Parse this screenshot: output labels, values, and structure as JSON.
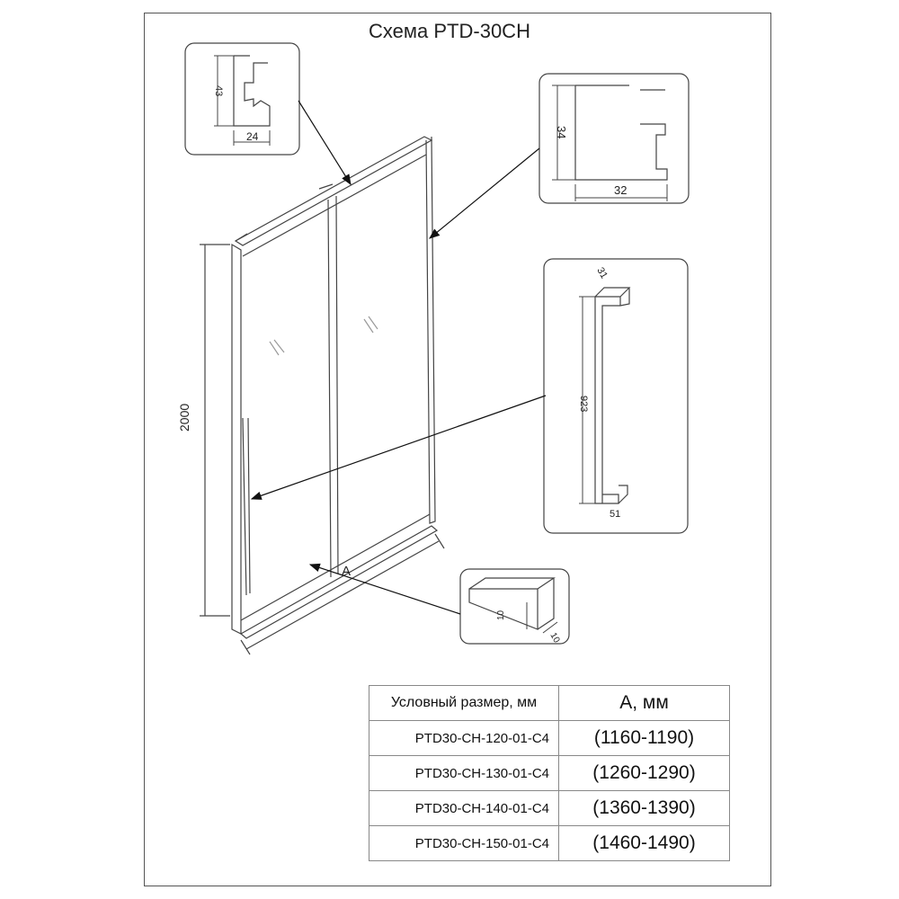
{
  "title": "Схема PTD-30CH",
  "callouts": {
    "top_profile": {
      "height": "43",
      "width": "24"
    },
    "side_profile": {
      "height": "34",
      "width": "32"
    },
    "handle": {
      "depth": "31",
      "length": "923",
      "offset": "51"
    },
    "stopper": {
      "height": "10",
      "depth": "10"
    }
  },
  "door": {
    "height_label": "2000",
    "width_label": "A"
  },
  "table": {
    "headers": [
      "Условный размер, мм",
      "A, мм"
    ],
    "rows": [
      [
        "PTD30-CH-120-01-C4",
        "(1160-1190)"
      ],
      [
        "PTD30-CH-130-01-C4",
        "(1260-1290)"
      ],
      [
        "PTD30-CH-140-01-C4",
        "(1360-1390)"
      ],
      [
        "PTD30-CH-150-01-C4",
        "(1460-1490)"
      ]
    ]
  }
}
